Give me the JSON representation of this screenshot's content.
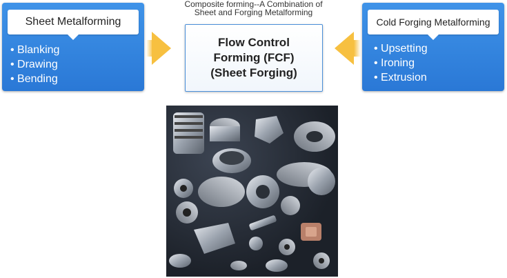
{
  "caption": "Composite forming--A Combination of\nSheet and Forging Metalforming",
  "left_panel": {
    "title": "Sheet Metalforming",
    "items": [
      "Blanking",
      "Drawing",
      "Bending"
    ]
  },
  "right_panel": {
    "title": "Cold Forging Metalforming",
    "items": [
      "Upsetting",
      "Ironing",
      "Extrusion"
    ]
  },
  "center": {
    "text": "Flow Control\nForming (FCF)\n(Sheet Forging)"
  },
  "colors": {
    "panel_blue": "#2f82e0",
    "arrow_yellow": "#f7c040"
  }
}
